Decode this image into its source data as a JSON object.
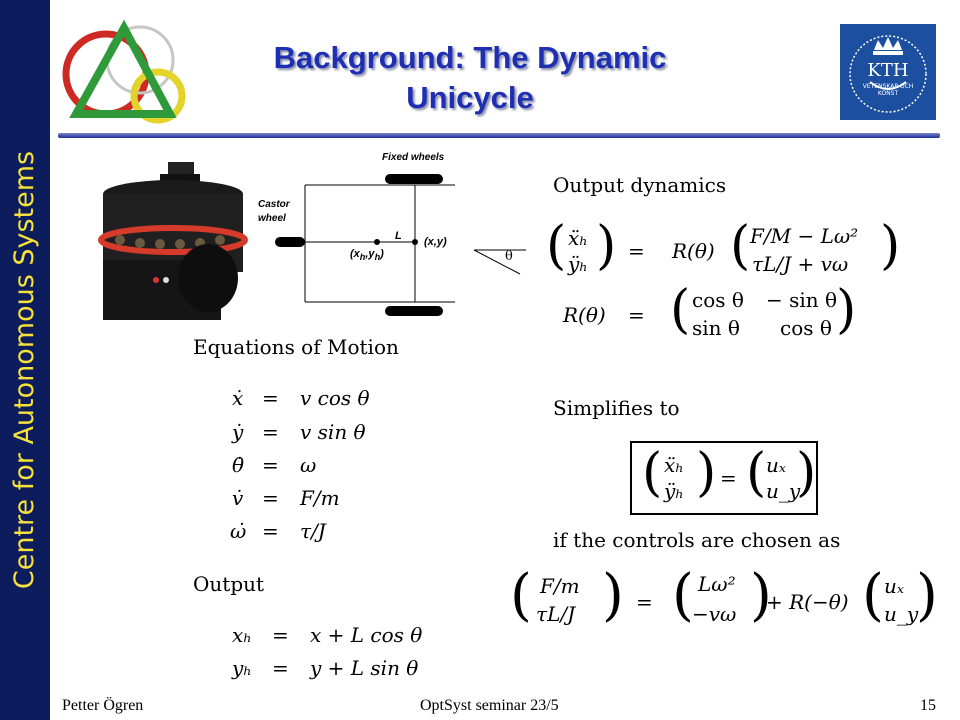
{
  "sidebar": {
    "label": "Centre for Autonomous Systems"
  },
  "slide": {
    "title_line1": "Background: The Dynamic",
    "title_line2": "Unicycle"
  },
  "logo": {
    "kth_text": "KTH",
    "kth_sub": "VETENSKAP OCH KONST"
  },
  "diagram": {
    "fixed_wheels": "Fixed wheels",
    "castor_line1": "Castor",
    "castor_line2": "wheel",
    "L": "L",
    "xh_yh": "(x",
    "xy": "(x,y)",
    "theta": "θ"
  },
  "left": {
    "eom_heading": "Equations of Motion",
    "eom": [
      {
        "lhs": "ẋ",
        "rhs": "v cos θ"
      },
      {
        "lhs": "ẏ",
        "rhs": "v sin θ"
      },
      {
        "lhs": "θ̇",
        "rhs": "ω"
      },
      {
        "lhs": "v̇",
        "rhs": "F/m"
      },
      {
        "lhs": "ω̇",
        "rhs": "τ/J"
      }
    ],
    "output_heading": "Output",
    "output": [
      {
        "lhs": "xₕ",
        "rhs": "x + L cos θ"
      },
      {
        "lhs": "yₕ",
        "rhs": "y + L sin θ"
      }
    ]
  },
  "right": {
    "output_dynamics_heading": "Output dynamics",
    "dyn_lhs_top": "ẍₕ",
    "dyn_lhs_bot": "ÿₕ",
    "dyn_R": "R(θ)",
    "dyn_rhs_top": "F/M − Lω²",
    "dyn_rhs_bot": "τL/J + vω",
    "R_lhs": "R(θ)",
    "R_m11": "cos θ",
    "R_m12": "− sin θ",
    "R_m21": "sin θ",
    "R_m22": "cos θ",
    "simplifies_heading": "Simplifies to",
    "simp_lhs_top": "ẍₕ",
    "simp_lhs_bot": "ÿₕ",
    "simp_rhs_top": "uₓ",
    "simp_rhs_bot": "u_y",
    "controls_heading": "if the controls are chosen as",
    "ctl_lhs_top": "F/m",
    "ctl_lhs_bot": "τL/J",
    "ctl_v_top": "Lω²",
    "ctl_v_bot": "−vω",
    "ctl_R": "+ R(−θ)",
    "ctl_u_top": "uₓ",
    "ctl_u_bot": "u_y",
    "eq": "=",
    "boxed_eq": "="
  },
  "footer": {
    "author": "Petter Ögren",
    "seminar": "OptSyst seminar 23/5",
    "page": "15"
  }
}
